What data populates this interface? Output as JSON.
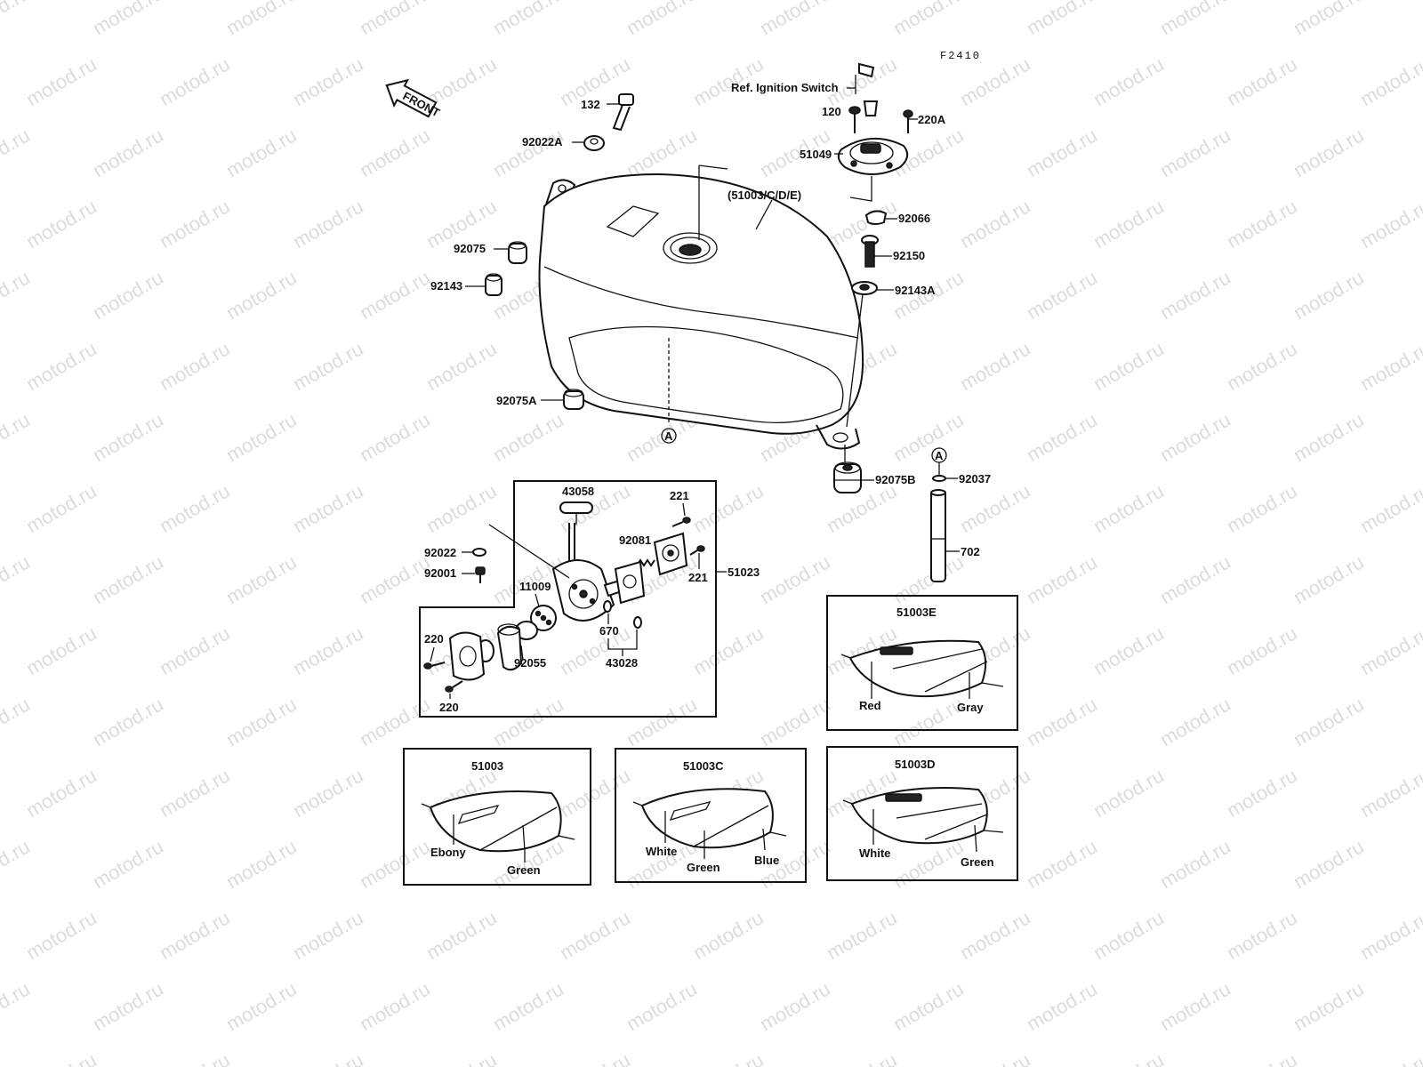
{
  "watermark": "motod.ru",
  "figure_code": "F2410",
  "front_label": "FRONT",
  "ref_note": "Ref. Ignition Switch",
  "circle_marker": "A",
  "parts": {
    "p132": "132",
    "p92022A": "92022A",
    "p92075": "92075",
    "p92143": "92143",
    "p92075A": "92075A",
    "p51003CDE": "(51003/C/D/E)",
    "p120": "120",
    "p220A": "220A",
    "p51049": "51049",
    "p92066": "92066",
    "p92150": "92150",
    "p92143A": "92143A",
    "p92075B": "92075B",
    "p92037": "92037",
    "p702": "702",
    "p43058": "43058",
    "p221a": "221",
    "p221b": "221",
    "p92081": "92081",
    "p92022": "92022",
    "p92001": "92001",
    "p51023": "51023",
    "p11009": "11009",
    "p670": "670",
    "p43028": "43028",
    "p220a": "220",
    "p220b": "220",
    "p92055": "92055"
  },
  "variants": {
    "e": {
      "code": "51003E",
      "colors": [
        "Red",
        "Gray"
      ]
    },
    "base": {
      "code": "51003",
      "colors": [
        "Ebony",
        "Green"
      ]
    },
    "c": {
      "code": "51003C",
      "colors": [
        "White",
        "Green",
        "Blue"
      ]
    },
    "d": {
      "code": "51003D",
      "colors": [
        "White",
        "Green"
      ]
    }
  }
}
